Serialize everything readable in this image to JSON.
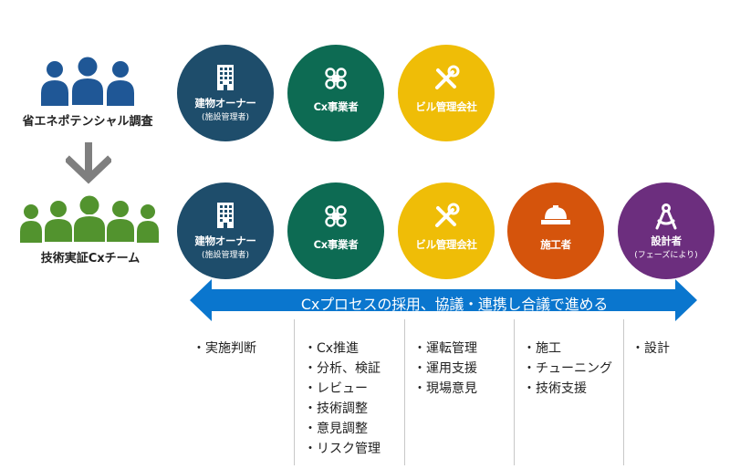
{
  "top_group": {
    "label": "省エネポテンシャル調査"
  },
  "bottom_group": {
    "label": "技術実証Cxチーム"
  },
  "colors": {
    "people_blue": "#1f5796",
    "people_green": "#52932e",
    "arrow_gray": "#7f7f7f",
    "owner": "#1e4d6b",
    "cx": "#0d6b53",
    "building": "#efbd07",
    "construction": "#d5540c",
    "designer": "#6c2e7e",
    "banner": "#0a76ce"
  },
  "roles": {
    "owner": {
      "title": "建物オーナー",
      "sub": "(施設管理者)",
      "icon": "building-icon"
    },
    "cx": {
      "title": "Cx事業者",
      "icon": "gears-icon"
    },
    "bm": {
      "title": "ビル管理会社",
      "icon": "tools-icon"
    },
    "contractor": {
      "title": "施工者",
      "icon": "hardhat-icon"
    },
    "designer": {
      "title": "設計者",
      "sub": "(フェーズにより)",
      "icon": "compass-icon"
    }
  },
  "banner": {
    "text": "Cxプロセスの採用、協議・連携し合議で進める"
  },
  "columns": [
    {
      "items": [
        "・実施判断"
      ]
    },
    {
      "items": [
        "・Cx推進",
        "・分析、検証",
        "・レビュー",
        "・技術調整",
        "・意見調整",
        "・リスク管理"
      ]
    },
    {
      "items": [
        "・運転管理",
        "・運用支援",
        "・現場意見"
      ]
    },
    {
      "items": [
        "・施工",
        "・チューニング",
        "・技術支援"
      ]
    },
    {
      "items": [
        "・設計"
      ]
    }
  ]
}
